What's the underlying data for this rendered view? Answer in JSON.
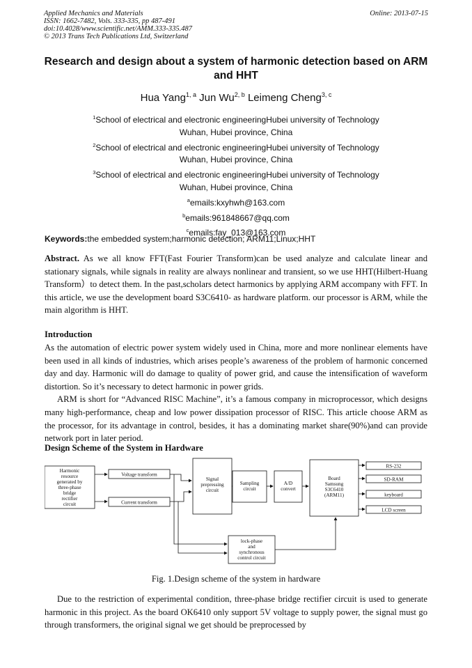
{
  "header": {
    "journal": "Applied Mechanics and Materials",
    "issn": "ISSN: 1662-7482, Vols. 333-335, pp 487-491",
    "doi": "doi:10.4028/www.scientific.net/AMM.333-335.487",
    "copyright": "© 2013 Trans Tech Publications Ltd, Switzerland",
    "online": "Online: 2013-07-15"
  },
  "title": "Research and design about a system of harmonic detection based on ARM and HHT",
  "authors": [
    {
      "name": "Hua Yang",
      "sup": "1, a"
    },
    {
      "name": "Jun Wu",
      "sup": "2, b"
    },
    {
      "name": "Leimeng Cheng",
      "sup": "3, c"
    }
  ],
  "affiliations": [
    {
      "sup": "1",
      "line1": "School of electrical and electronic engineeringHubei university of Technology",
      "line2": "Wuhan, Hubei province, China"
    },
    {
      "sup": "2",
      "line1": "School of electrical and electronic engineeringHubei university of Technology",
      "line2": "Wuhan, Hubei province, China"
    },
    {
      "sup": "3",
      "line1": "School of electrical and electronic engineeringHubei university of Technology",
      "line2": "Wuhan, Hubei province, China"
    }
  ],
  "emails": [
    {
      "sup": "a",
      "text": "emails:kxyhwh@163.com"
    },
    {
      "sup": "b",
      "text": "emails:961848667@qq.com"
    },
    {
      "sup": "c",
      "text": "emails:fay_013@163.com"
    }
  ],
  "keywords": {
    "label": "Keywords:",
    "text": "the embedded system;harmonic detection; ARM11;Linux;HHT"
  },
  "abstract": {
    "label": "Abstract.",
    "text": " As we all know FFT(Fast Fourier Transform)can be used analyze and calculate linear and stationary signals, while signals in reality are always nonlinear and transient, so we use HHT(Hilbert-Huang Transform）to detect them. In the past,scholars detect harmonics by applying ARM accompany with FFT. In this article, we use the development board S3C6410- as hardware platform. our processor is ARM, while the main algorithm is HHT."
  },
  "introduction": {
    "heading": "Introduction",
    "p1": "As the automation of electric power system widely used in China, more and more nonlinear elements have been used in all kinds of industries, which arises people’s awareness of the problem of harmonic concerned day and day. Harmonic will do damage to quality of power grid, and cause the intensification of waveform distortion. So it’s necessary to detect harmonic in power grids.",
    "p2": "ARM is short for “Advanced RISC Machine”, it’s a famous company in microprocessor, which designs many high-performance, cheap and low power dissipation processor of RISC. This article choose ARM as the processor, for its advantage in control, besides, it has a dominating market share(90%)and can provide network port in later period."
  },
  "design": {
    "heading": "Design Scheme of the System in Hardware",
    "caption": "Fig. 1.Design scheme of the system in hardware",
    "text": "Due to the restriction of experimental condition, three-phase bridge rectifier circuit is used to generate harmonic in this project. As the board OK6410 only support 5V voltage to supply power, the signal must go through transformers, the original signal we get should be preprocessed by"
  },
  "diagram": {
    "harmonic": [
      "Harmonic",
      "resource",
      "generated by",
      "three-phase",
      "bridge",
      "rectifier",
      "circuit"
    ],
    "voltage": "Voltage transform",
    "current": "Current transform",
    "signal": [
      "Signal",
      "prepressing",
      "circuit"
    ],
    "sampling": [
      "Sampling",
      "circuit"
    ],
    "ad": [
      "A/D",
      "convert"
    ],
    "board": [
      "Board",
      "Samsung",
      "S3C6410",
      "(ARM11)"
    ],
    "lock": [
      "lock-phase",
      "and",
      "synchronous",
      "control circuit"
    ],
    "rs232": "RS-232",
    "sdram": "SD-RAM",
    "keyboard": "keyboard",
    "lcd": "LCD screen"
  }
}
